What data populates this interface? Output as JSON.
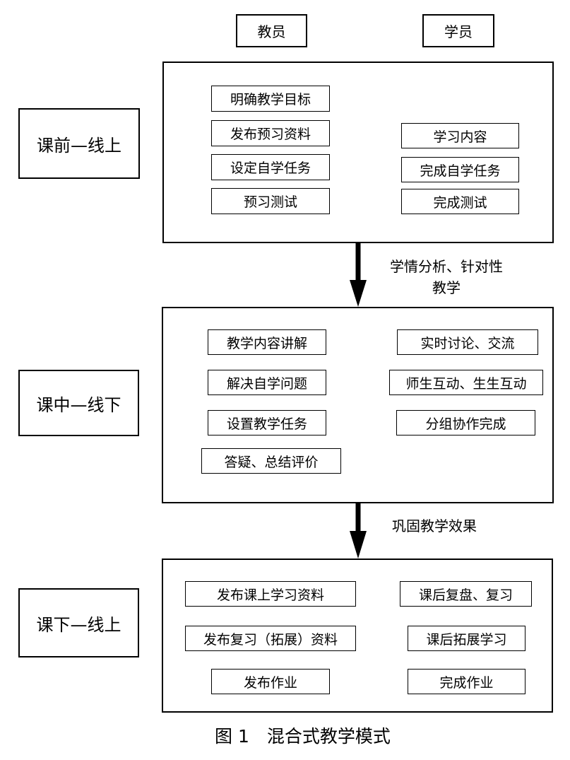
{
  "columns": {
    "teacher": "教员",
    "student": "学员"
  },
  "stages": [
    {
      "label": "课前—线上",
      "teacher_items": [
        "明确教学目标",
        "发布预习资料",
        "设定自学任务",
        "预习测试"
      ],
      "student_items": [
        "学习内容",
        "完成自学任务",
        "完成测试"
      ]
    },
    {
      "label": "课中—线下",
      "teacher_items": [
        "教学内容讲解",
        "解决自学问题",
        "设置教学任务",
        "答疑、总结评价"
      ],
      "student_items": [
        "实时讨论、交流",
        "师生互动、生生互动",
        "分组协作完成"
      ]
    },
    {
      "label": "课下—线上",
      "teacher_items": [
        "发布课上学习资料",
        "发布复习（拓展）资料",
        "发布作业"
      ],
      "student_items": [
        "课后复盘、复习",
        "课后拓展学习",
        "完成作业"
      ]
    }
  ],
  "transitions": [
    {
      "line1": "学情分析、针对性",
      "line2": "教学"
    },
    {
      "line1": "巩固教学效果"
    }
  ],
  "caption": "图 1　混合式教学模式"
}
